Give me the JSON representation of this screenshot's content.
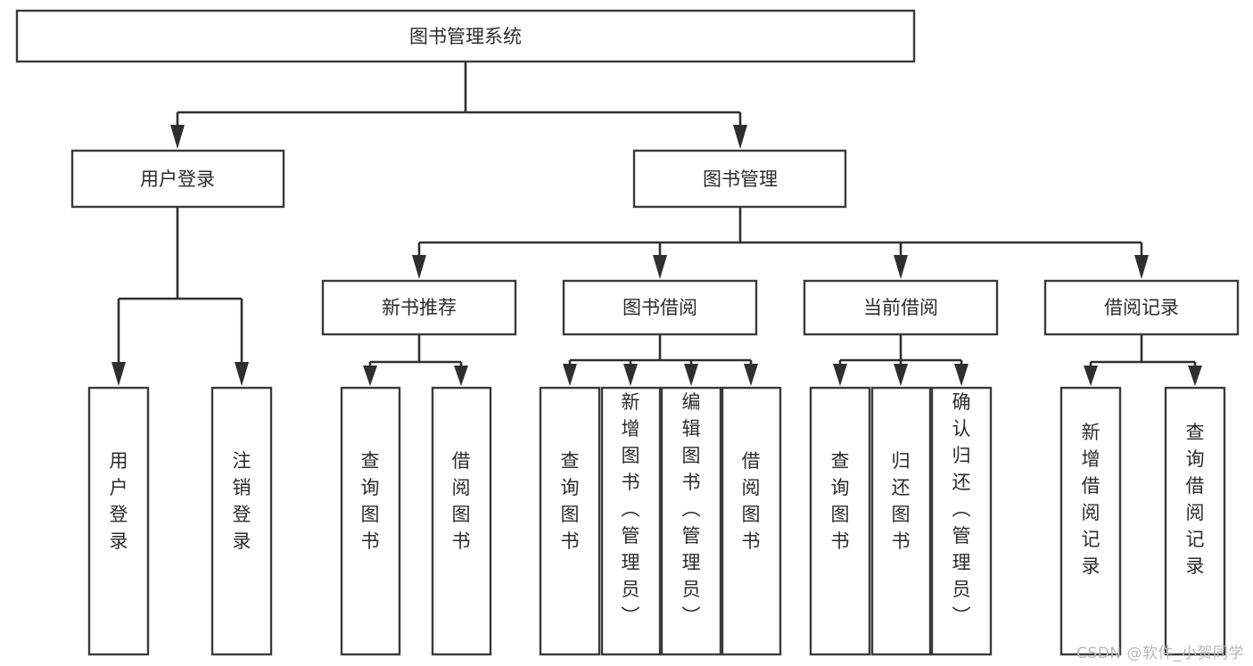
{
  "diagram": {
    "title": "图书管理系统",
    "watermark": "CSDN @软件_小贺同学",
    "colors": {
      "box_stroke": "#3a3a3a",
      "box_fill": "#ffffff",
      "link": "#2f2f2f",
      "text": "#2b2b2b",
      "watermark": "#b8b8b8",
      "background": "#ffffff"
    },
    "root": {
      "label": "图书管理系统"
    },
    "level2": [
      {
        "label": "用户登录"
      },
      {
        "label": "图书管理"
      }
    ],
    "level3": [
      {
        "label": "新书推荐"
      },
      {
        "label": "图书借阅"
      },
      {
        "label": "当前借阅"
      },
      {
        "label": "借阅记录"
      }
    ],
    "leaves": {
      "user_login": [
        {
          "label": "用户登录"
        },
        {
          "label": "注销登录"
        }
      ],
      "new_book_recommend": [
        {
          "label": "查询图书"
        },
        {
          "label": "借阅图书"
        }
      ],
      "book_borrow": [
        {
          "label": "查询图书"
        },
        {
          "label": "新增图书（管理员）"
        },
        {
          "label": "编辑图书（管理员）"
        },
        {
          "label": "借阅图书"
        }
      ],
      "current_borrow": [
        {
          "label": "查询图书"
        },
        {
          "label": "归还图书"
        },
        {
          "label": "确认归还（管理员）"
        }
      ],
      "borrow_record": [
        {
          "label": "新增借阅记录"
        },
        {
          "label": "查询借阅记录"
        }
      ]
    }
  }
}
